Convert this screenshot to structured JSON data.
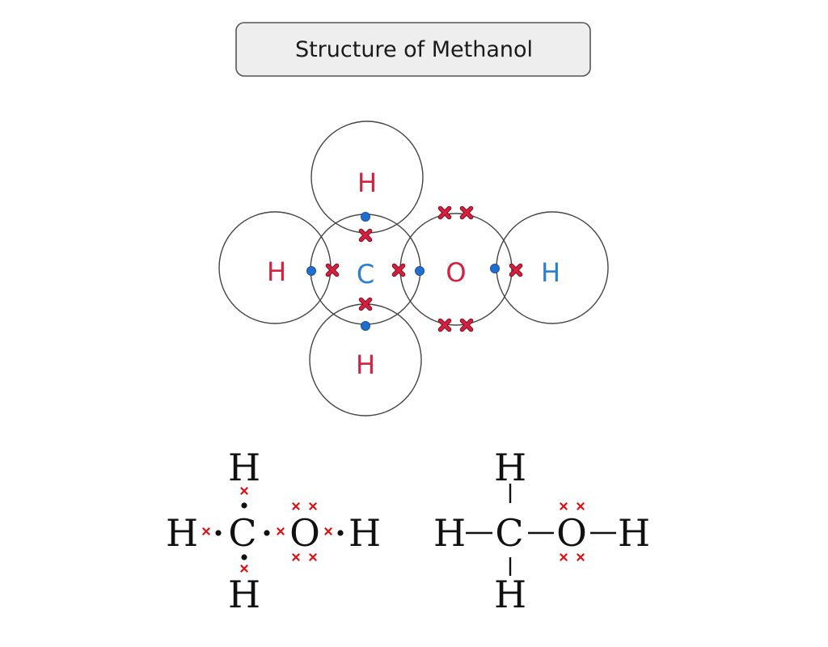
{
  "title": "Structure of Methanol",
  "colors": {
    "hydrogen_label": "#d62040",
    "carbon_label": "#2a7fd1",
    "oxygen_label": "#d62040",
    "oh_hydrogen_label": "#2a7fd1",
    "electron_dot": "#1f6fd0",
    "electron_cross": "#d62040",
    "electron_cross_outline": "#7a1020",
    "formula_dot": "#111111",
    "formula_cross": "#e01010"
  },
  "dot_cross_diagram": {
    "atoms": [
      {
        "id": "h-top",
        "symbol": "H",
        "color_key": "hydrogen_label"
      },
      {
        "id": "h-left",
        "symbol": "H",
        "color_key": "hydrogen_label"
      },
      {
        "id": "h-bottom",
        "symbol": "H",
        "color_key": "hydrogen_label"
      },
      {
        "id": "c-center",
        "symbol": "C",
        "color_key": "carbon_label"
      },
      {
        "id": "o-center",
        "symbol": "O",
        "color_key": "oxygen_label"
      },
      {
        "id": "h-right",
        "symbol": "H",
        "color_key": "oh_hydrogen_label"
      }
    ],
    "electrons": {
      "carbon_dots": 4,
      "hydrogen_crosses": 3,
      "oxygen_crosses": 6,
      "oh_hydrogen_dots": 1
    }
  },
  "lewis_formula": {
    "top_h": "H",
    "left_h": "H",
    "carbon": "C",
    "oxygen": "O",
    "right_h": "H",
    "bottom_h": "H"
  },
  "structural_formula": {
    "top_h": "H",
    "left_h": "H",
    "carbon": "C",
    "oxygen": "O",
    "right_h": "H",
    "bottom_h": "H"
  }
}
